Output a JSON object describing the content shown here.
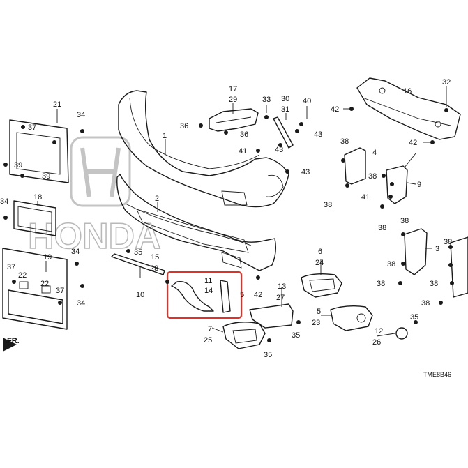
{
  "watermark": {
    "brand": "HONDA"
  },
  "diagram_code": "TME8B46",
  "direction_mark": "FR.",
  "highlight_color": "#d9342b",
  "highlighted_group": {
    "top": "11",
    "bottom": "14"
  },
  "labels": {
    "l1": "1",
    "l2": "2",
    "l3": "3",
    "l4": "4",
    "l5": "5",
    "l5b": "5",
    "l6": "6",
    "l7": "7",
    "l9": "9",
    "l10": "10",
    "l12": "12",
    "l13": "13",
    "l15": "15",
    "l16": "16",
    "l17": "17",
    "l18": "18",
    "l19": "19",
    "l21": "21",
    "l22a": "22",
    "l22b": "22",
    "l23": "23",
    "l24": "24",
    "l25": "25",
    "l26": "26",
    "l27": "27",
    "l28": "28",
    "l29": "29",
    "l30": "30",
    "l31": "31",
    "l32": "32",
    "l33": "33",
    "l34a": "34",
    "l34b": "34",
    "l34c": "34",
    "l34d": "34",
    "l35a": "35",
    "l35b": "35",
    "l35c": "35",
    "l35d": "35",
    "l36a": "36",
    "l36b": "36",
    "l37a": "37",
    "l37b": "37",
    "l37c": "37",
    "l38a": "38",
    "l38b": "38",
    "l38c": "38",
    "l38d": "38",
    "l38e": "38",
    "l38f": "38",
    "l38g": "38",
    "l38h": "38",
    "l38i": "38",
    "l38j": "38",
    "l39a": "39",
    "l39b": "39",
    "l40": "40",
    "l41a": "41",
    "l41b": "41",
    "l42a": "42",
    "l42b": "42",
    "l42c": "42",
    "l43a": "43",
    "l43b": "43",
    "l43c": "43"
  }
}
